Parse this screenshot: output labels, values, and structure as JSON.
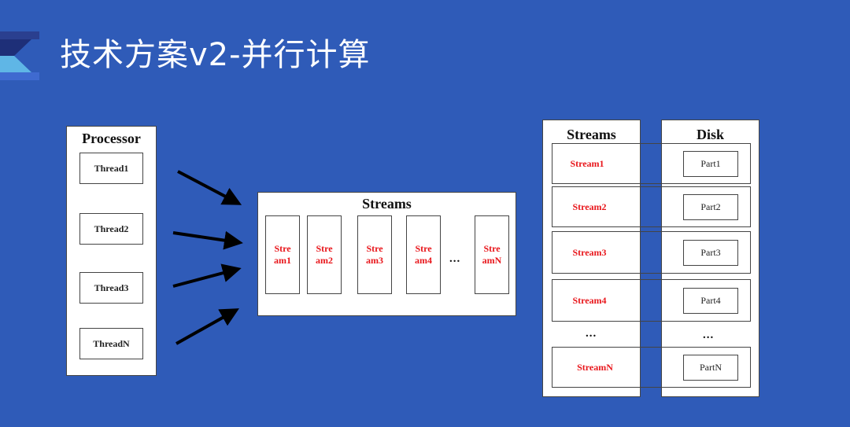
{
  "title": "技术方案v2-并行计算",
  "processor": {
    "title": "Processor",
    "threads": [
      "Thread1",
      "Thread2",
      "Thread3",
      "ThreadN"
    ]
  },
  "streams_mid": {
    "title": "Streams",
    "items": [
      {
        "line1": "Stre",
        "line2": "am1"
      },
      {
        "line1": "Stre",
        "line2": "am2"
      },
      {
        "line1": "Stre",
        "line2": "am3"
      },
      {
        "line1": "Stre",
        "line2": "am4"
      },
      {
        "line1": "Stre",
        "line2": "amN"
      }
    ],
    "ellipsis": "..."
  },
  "streams_right": {
    "title": "Streams",
    "items": [
      "Stream1",
      "Stream2",
      "Stream3",
      "Stream4",
      "StreamN"
    ],
    "ellipsis": "..."
  },
  "disk": {
    "title": "Disk",
    "parts": [
      "Part1",
      "Part2",
      "Part3",
      "Part4",
      "PartN"
    ],
    "ellipsis": "..."
  },
  "colors": {
    "background": "#2f5bb8",
    "stream_text": "#e8161b"
  }
}
